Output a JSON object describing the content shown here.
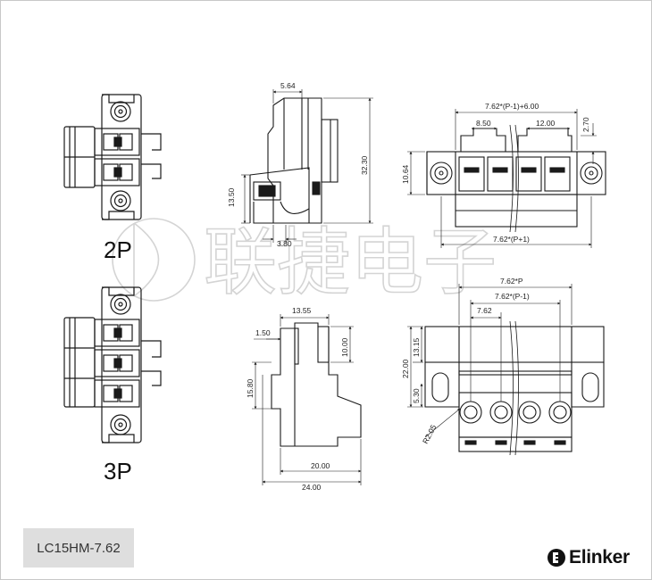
{
  "labels": {
    "two_pole": "2P",
    "three_pole": "3P"
  },
  "watermark": "联捷电子",
  "model": "LC15HM-7.62",
  "brand": "Elinker",
  "dims": {
    "top_view": {
      "width_5_64": "5.64",
      "height_32_30": "32.30",
      "h_13_50": "13.50",
      "w_3_80": "3.80"
    },
    "front_view": {
      "overall": "7.62*(P-1)+6.00",
      "offset_8_50": "8.50",
      "offset_12_00": "12.00",
      "top_2_70": "2.70",
      "height_10_64": "10.64",
      "bottom": "7.62*(P+1)"
    },
    "side_view": {
      "top_13_55": "13.55",
      "w_1_50": "1.50",
      "h_10_00": "10.00",
      "h_15_80": "15.80",
      "w_20_00": "20.00",
      "w_24_00": "24.00"
    },
    "bottom_view": {
      "pitch_p": "7.62*P",
      "pitch_p1": "7.62*(P-1)",
      "pitch": "7.62",
      "h_22_00": "22.00",
      "h_13_15": "13.15",
      "h_5_30": "5.30",
      "r_2_05": "R2.05"
    }
  },
  "colors": {
    "line": "#1a1a1a",
    "watermark": "#d4d4d4",
    "model_bg": "#dedede"
  },
  "icons": {
    "brand_logo": "elinker-logo-icon"
  }
}
